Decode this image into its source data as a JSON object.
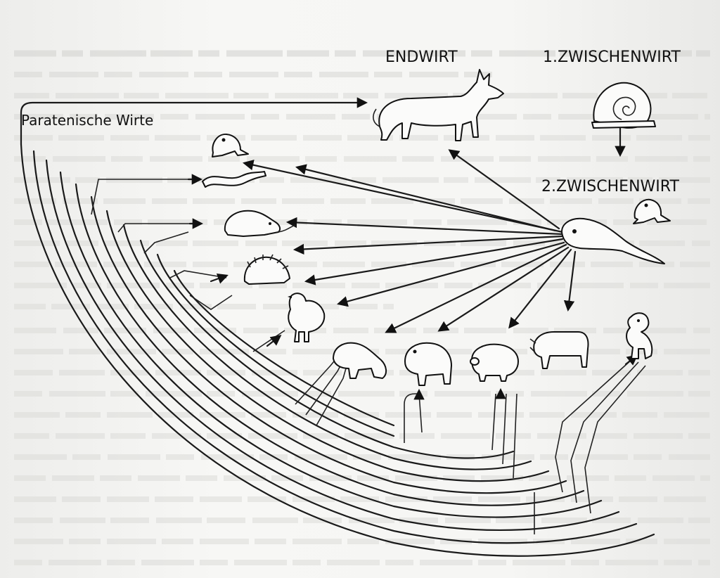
{
  "labels": {
    "definitive_host": "ENDWIRT",
    "first_intermediate_host": "1.ZWISCHENWIRT",
    "second_intermediate_host": "2.ZWISCHENWIRT",
    "paratenic_hosts": "Paratenische Wirte"
  },
  "hosts": [
    {
      "id": "dog",
      "icon": "dog-icon"
    },
    {
      "id": "snail",
      "icon": "snail-icon"
    },
    {
      "id": "tadpole",
      "icon": "tadpole-icon"
    },
    {
      "id": "frog-small",
      "icon": "frog-icon"
    },
    {
      "id": "frog",
      "icon": "frog-icon"
    },
    {
      "id": "snake",
      "icon": "snake-icon"
    },
    {
      "id": "rat",
      "icon": "rat-icon"
    },
    {
      "id": "hedgehog",
      "icon": "hedgehog-icon"
    },
    {
      "id": "chicken",
      "icon": "chicken-icon"
    },
    {
      "id": "ferret",
      "icon": "ferret-icon"
    },
    {
      "id": "bear",
      "icon": "bear-icon"
    },
    {
      "id": "pig",
      "icon": "pig-icon"
    },
    {
      "id": "cattle",
      "icon": "cattle-icon"
    },
    {
      "id": "monkey",
      "icon": "monkey-icon"
    }
  ],
  "colors": {
    "ink": "#111111",
    "paper": "#f3f3f1",
    "ghost_text": "#c9c9c6"
  }
}
